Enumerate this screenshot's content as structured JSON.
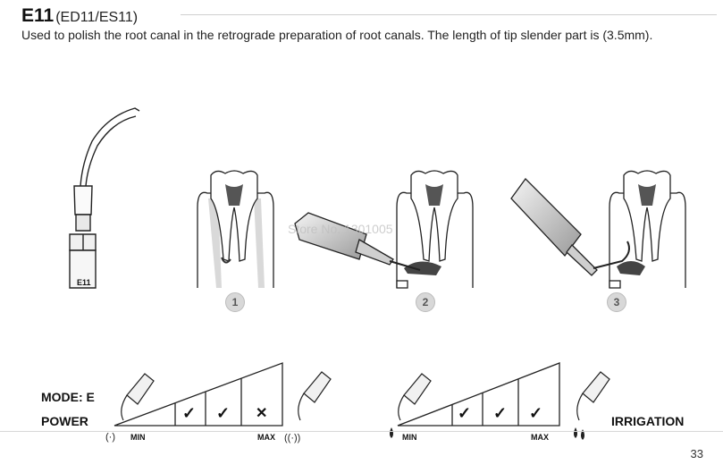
{
  "header": {
    "model": "E11",
    "variants": "(ED11/ES11)",
    "description": "Used to polish the root canal in the retrograde preparation of root canals. The length of tip slender part is (3.5mm)."
  },
  "tip_label": "E11",
  "watermark": "Store No. 1301005",
  "steps": [
    "1",
    "2",
    "3"
  ],
  "power_panel": {
    "mode_label": "MODE: E",
    "power_label": "POWER",
    "min_label": "MIN",
    "max_label": "MAX",
    "levels": [
      "✓",
      "✓",
      "✕"
    ]
  },
  "irrigation_panel": {
    "irrigation_label": "IRRIGATION",
    "min_label": "MIN",
    "max_label": "MAX",
    "levels": [
      "✓",
      "✓",
      "✓"
    ]
  },
  "page_number": "33"
}
